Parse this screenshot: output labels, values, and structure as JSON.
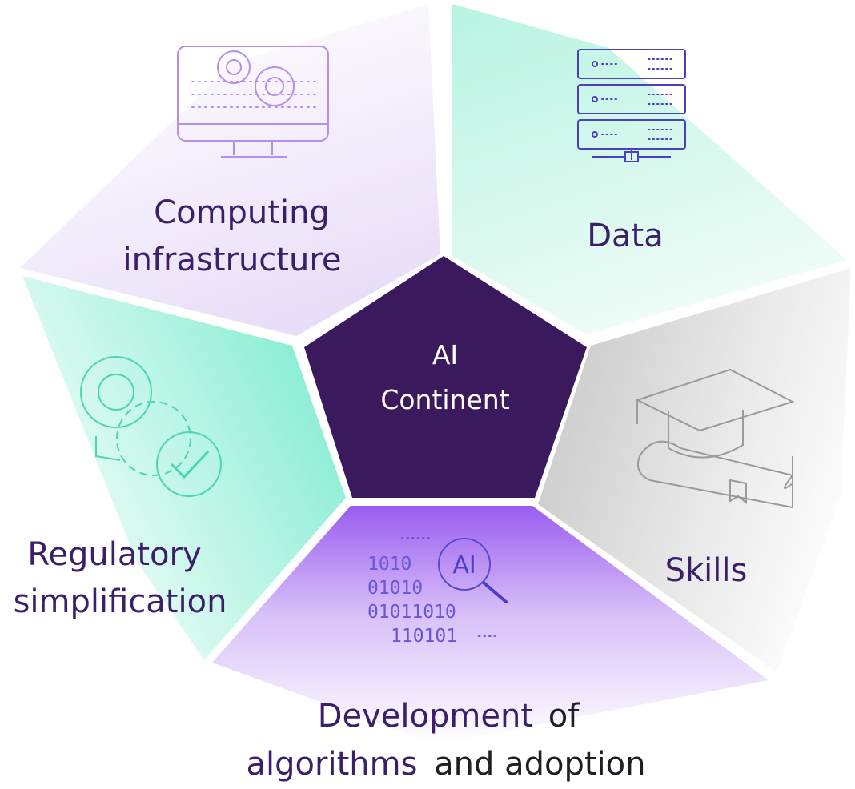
{
  "center": {
    "line1": "AI",
    "line2": "Continent"
  },
  "segments": {
    "computing": {
      "line1": "Computing",
      "line2": "infrastructure",
      "icon": "computer-gears-icon"
    },
    "data": {
      "label": "Data",
      "icon": "server-stack-icon"
    },
    "skills": {
      "label": "Skills",
      "icon": "graduation-cap-book-icon"
    },
    "development": {
      "line1_a": "Development",
      "line1_b": "of",
      "line2_a": "algorithms",
      "line2_b": "and adoption",
      "icon": "binary-ai-magnifier-icon",
      "icon_text": "AI"
    },
    "regulatory": {
      "line1": "Regulatory",
      "line2": "simplification",
      "icon": "gears-checkmark-icon"
    }
  },
  "colors": {
    "center": "#3a1a5c",
    "computing": "#ebe1f8",
    "data": "#c9f6ea",
    "skills": "#d9d9d9",
    "development": "#a46ef0",
    "regulatory": "#8ef0d6",
    "label_purple": "#3b1f6b",
    "label_dark": "#1e1e26",
    "icon_purple": "#b48ef0",
    "icon_indigo": "#4b3fc8",
    "icon_teal": "#4cd6b0",
    "icon_gray": "#9a9a9a"
  }
}
